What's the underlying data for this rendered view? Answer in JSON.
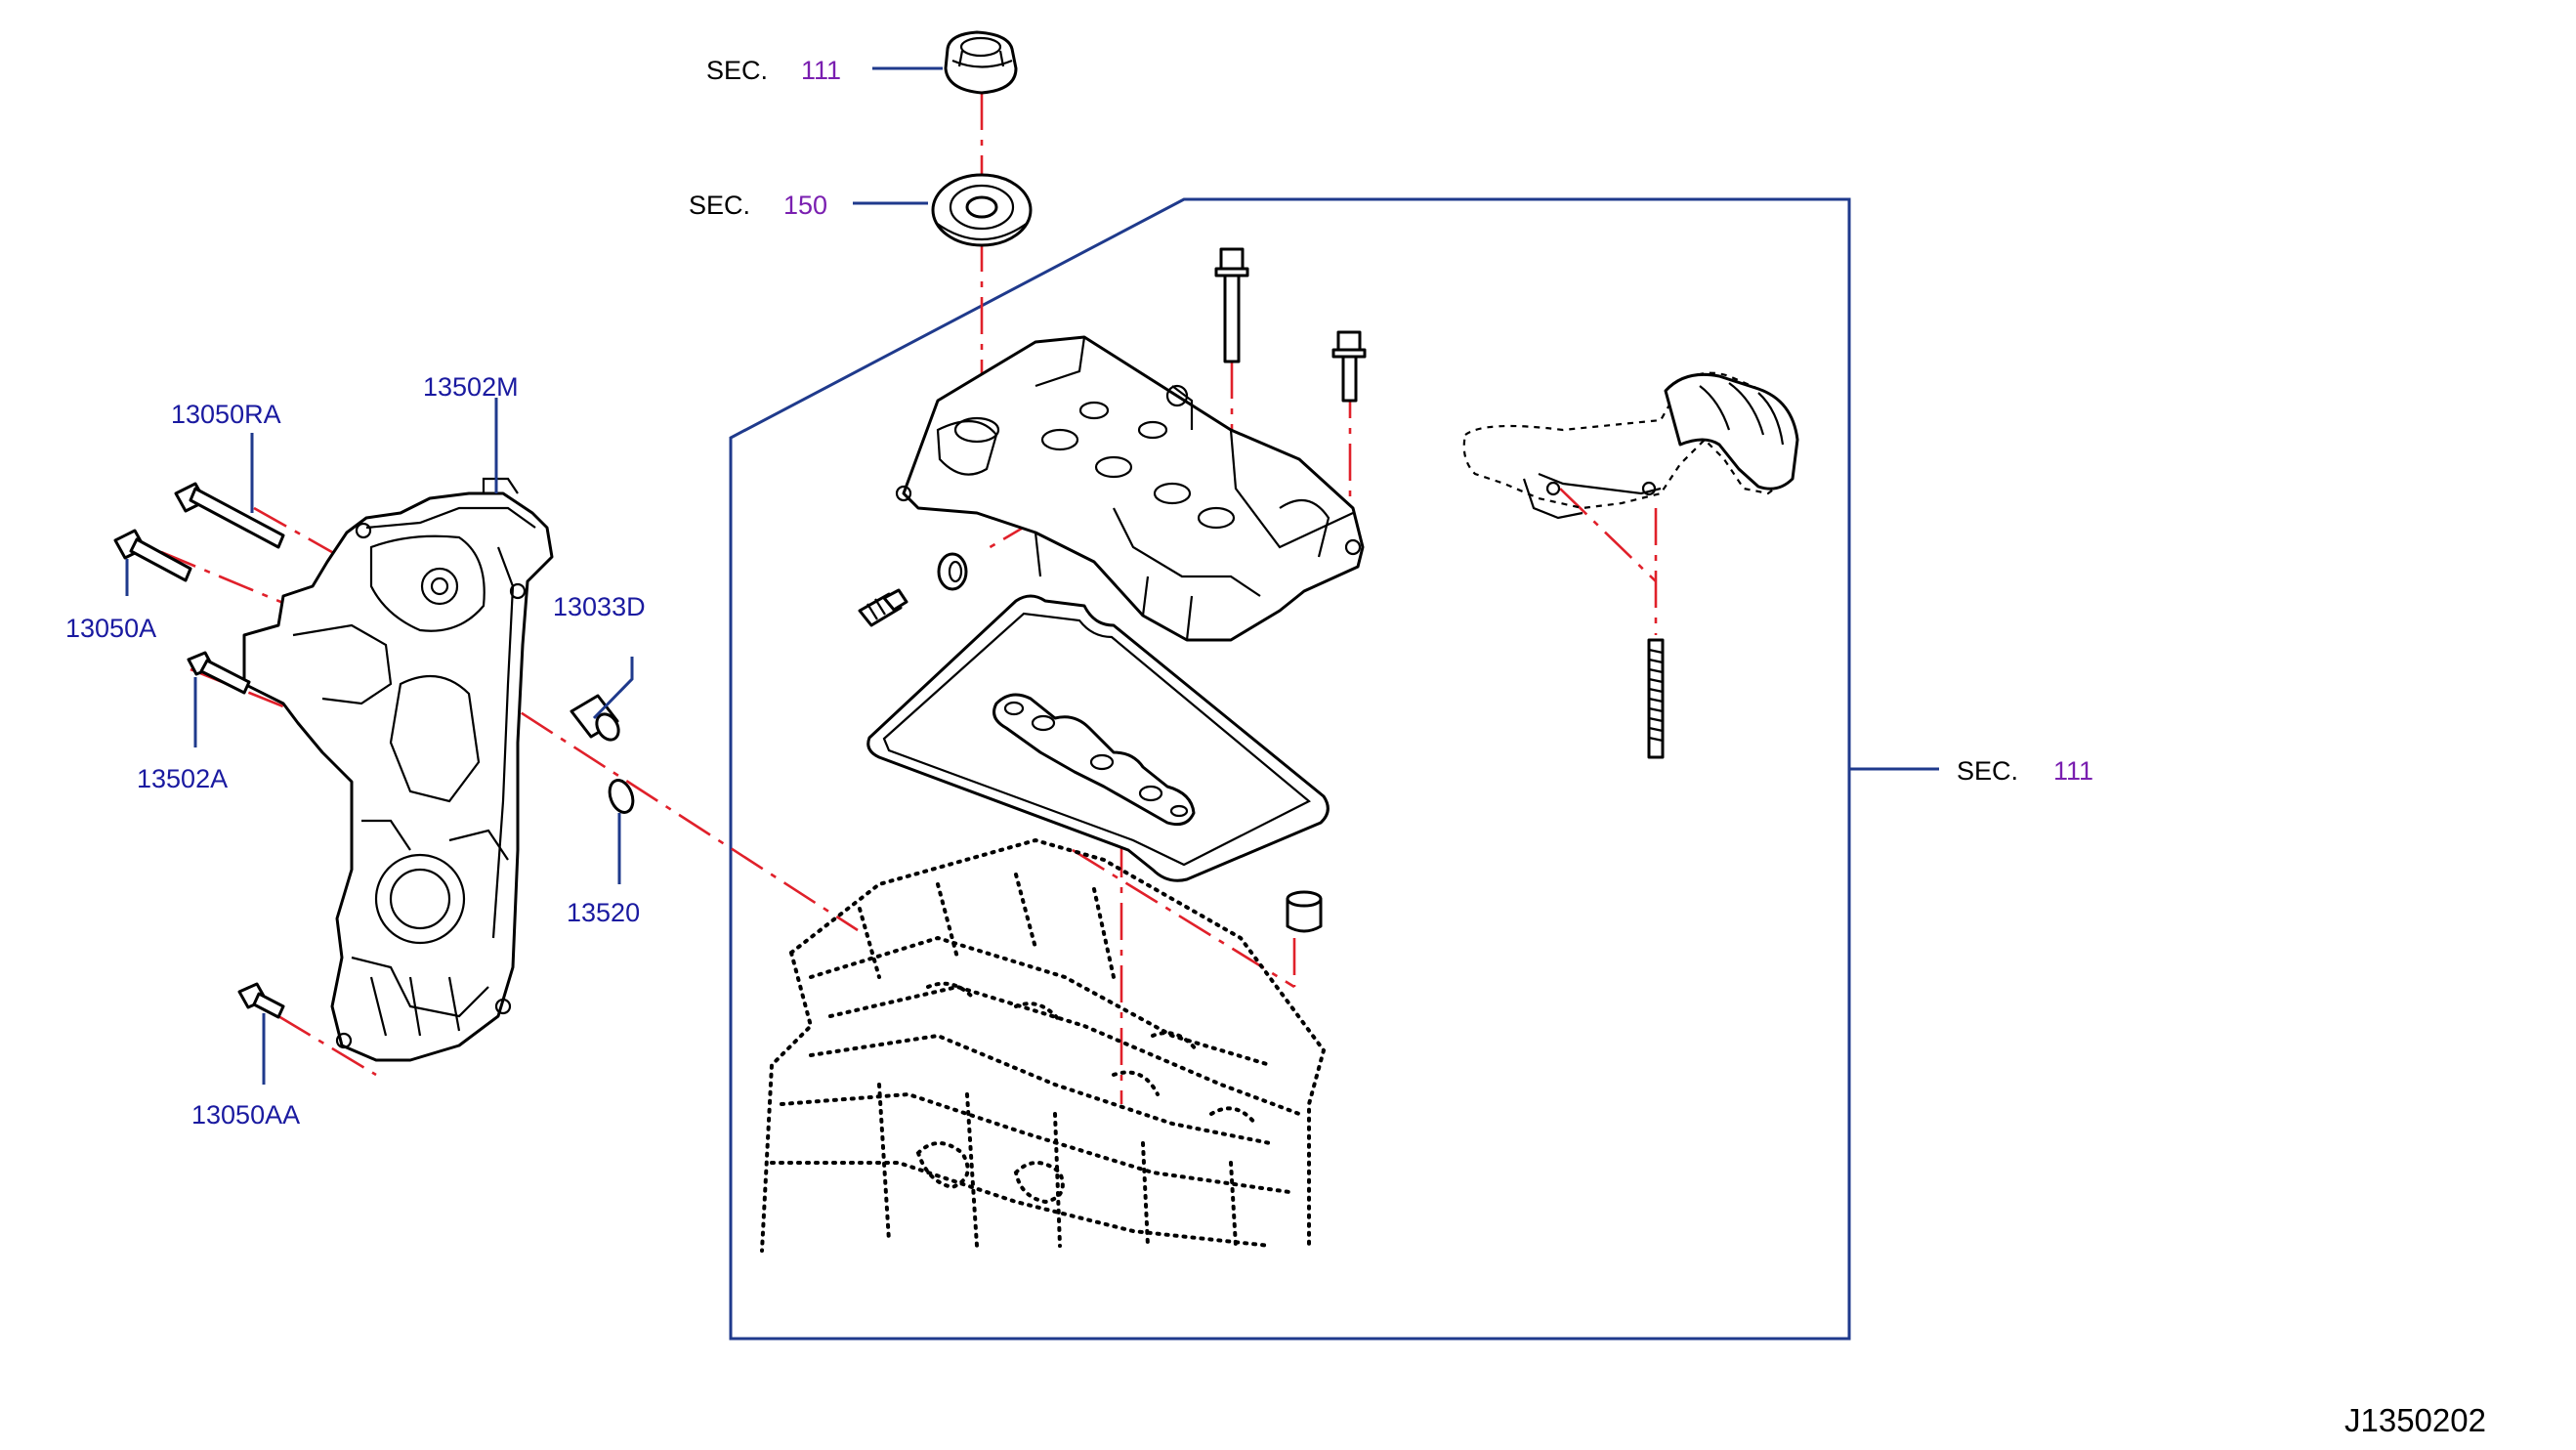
{
  "diagram_id": "J1350202",
  "colors": {
    "part_label": "#1a1aa0",
    "section_number": "#7a1fb0",
    "leader_line": "#1f3a8c",
    "center_line": "#e0202a"
  },
  "sections": {
    "oil_cap": {
      "prefix": "SEC.",
      "number": "111"
    },
    "oil_seal": {
      "prefix": "SEC.",
      "number": "150"
    },
    "breather": {
      "prefix": "SEC.",
      "number": "111"
    }
  },
  "parts": {
    "bolt_upper_long": "13050RA",
    "front_cover": "13502M",
    "bolt_upper_short": "13050A",
    "cap_plug": "13033D",
    "bolt_middle": "13502A",
    "o_ring": "13520",
    "bolt_lower": "13050AA"
  }
}
